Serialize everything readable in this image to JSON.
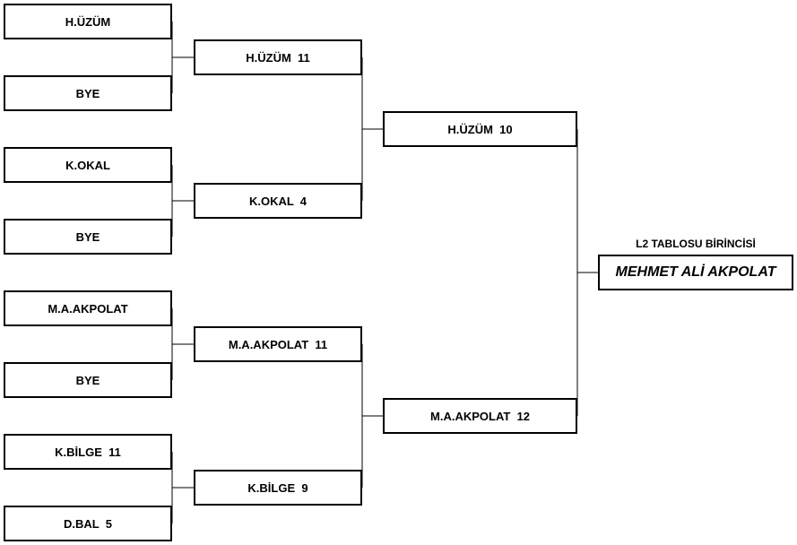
{
  "bracket": {
    "round1": [
      "H.ÜZÜM",
      "BYE",
      "K.OKAL",
      "BYE",
      "M.A.AKPOLAT",
      "BYE",
      "K.BİLGE  11",
      "D.BAL  5"
    ],
    "round2": [
      "H.ÜZÜM  11",
      "K.OKAL  4",
      "M.A.AKPOLAT  11",
      "K.BİLGE  9"
    ],
    "round3": [
      "H.ÜZÜM  10",
      "M.A.AKPOLAT  12"
    ],
    "winner_caption": "L2 TABLOSU BİRİNCİSİ",
    "winner_name": "MEHMET ALİ AKPOLAT"
  }
}
